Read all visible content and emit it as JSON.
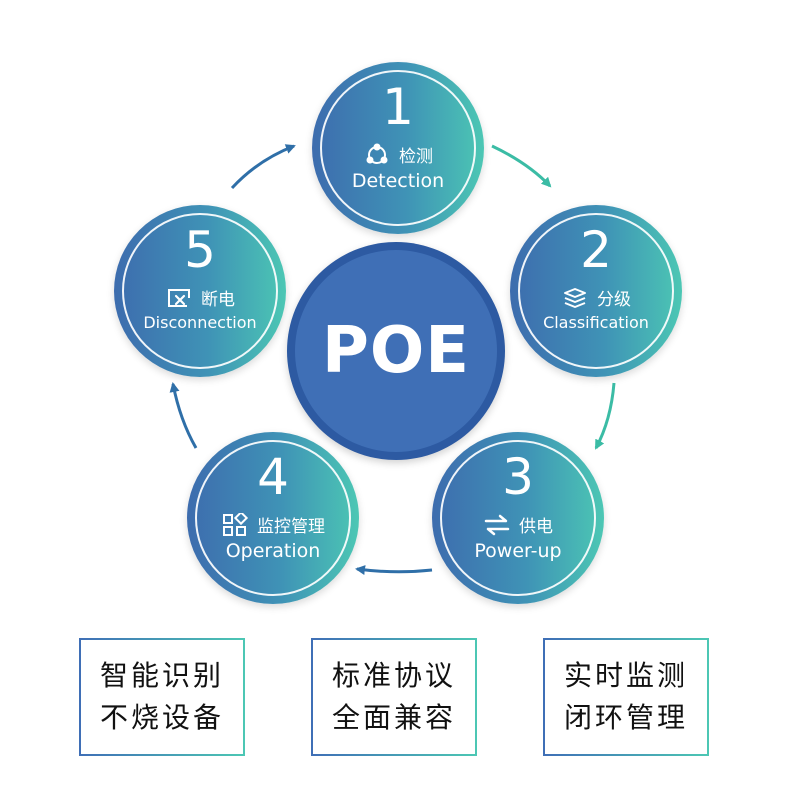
{
  "center": {
    "label": "POE"
  },
  "steps": [
    {
      "number": "1",
      "label_cn": "检测",
      "label_en": "Detection",
      "icon": "network-nodes-icon"
    },
    {
      "number": "2",
      "label_cn": "分级",
      "label_en": "Classification",
      "icon": "layers-icon"
    },
    {
      "number": "3",
      "label_cn": "供电",
      "label_en": "Power-up",
      "icon": "exchange-arrows-icon"
    },
    {
      "number": "4",
      "label_cn": "监控管理",
      "label_en": "Operation",
      "icon": "grid-apps-icon"
    },
    {
      "number": "5",
      "label_cn": "断电",
      "label_en": "Disconnection",
      "icon": "window-close-icon"
    }
  ],
  "features": [
    {
      "line1": "智能识别",
      "line2": "不烧设备"
    },
    {
      "line1": "标准协议",
      "line2": "全面兼容"
    },
    {
      "line1": "实时监测",
      "line2": "闭环管理"
    }
  ],
  "colors": {
    "gradient_start": "#3d6cae",
    "gradient_end": "#4cc7b4",
    "center_fill": "#3f6fb6",
    "arrow_blue": "#2f6fa8",
    "arrow_teal": "#3bbca5"
  }
}
